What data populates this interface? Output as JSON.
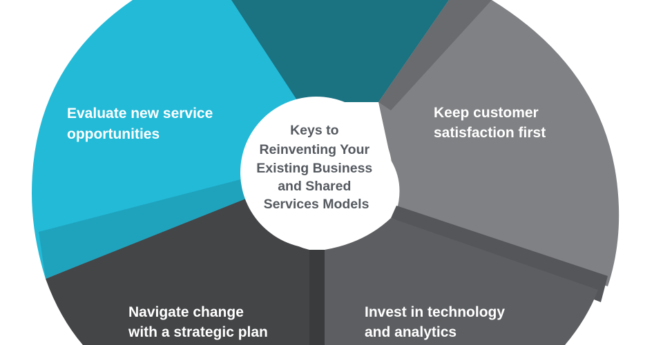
{
  "hub": {
    "title_lines": [
      "Keys to",
      "Reinventing Your",
      "Existing Business",
      "and Shared",
      "Services Models"
    ]
  },
  "segments": [
    {
      "lines": [
        "",
        ""
      ],
      "color": "#1b7281"
    },
    {
      "lines": [
        "Keep customer",
        "satisfaction first"
      ],
      "color": "#808184"
    },
    {
      "lines": [
        "Invest in technology",
        "and analytics"
      ],
      "color": "#5d5e61"
    },
    {
      "lines": [
        "Navigate change",
        "with a strategic plan"
      ],
      "color": "#444547"
    },
    {
      "lines": [
        "Evaluate new service",
        "opportunities"
      ],
      "color": "#23bad7"
    }
  ],
  "colors": {
    "hub_fill": "#ffffff",
    "hub_text": "#555a60",
    "background": "#ffffff"
  }
}
